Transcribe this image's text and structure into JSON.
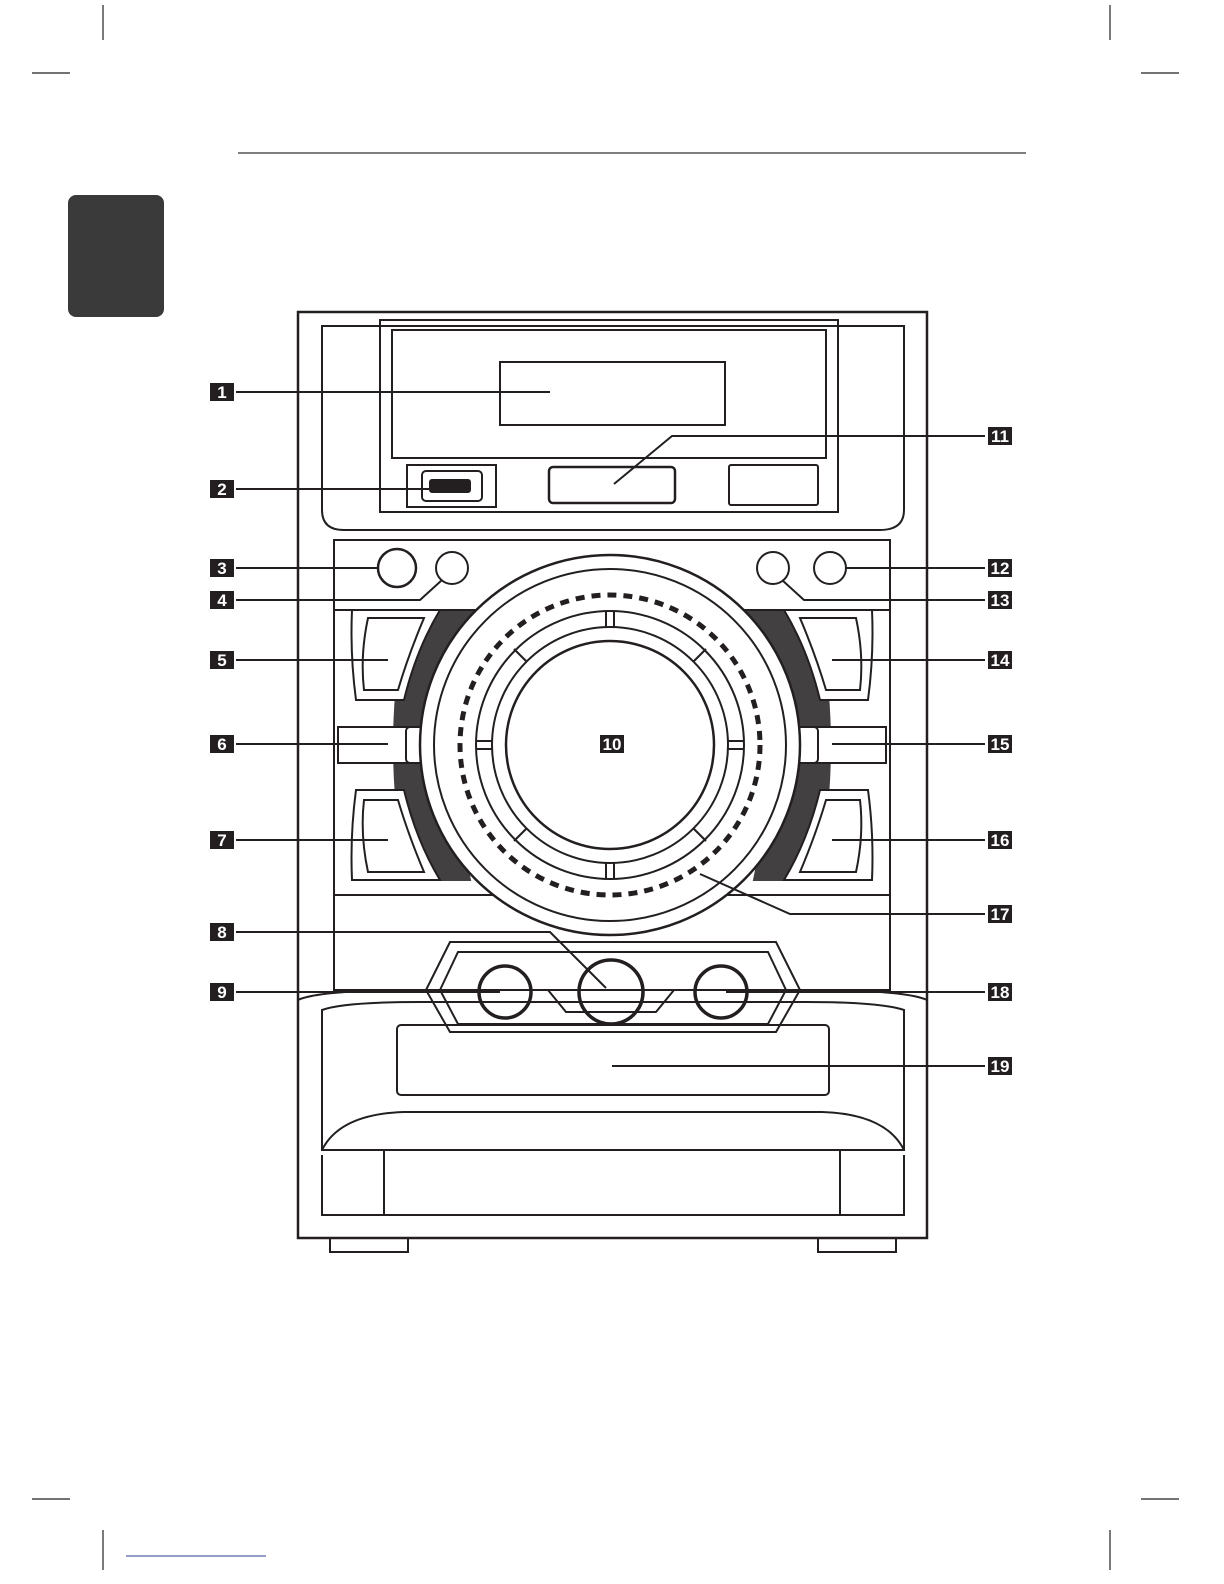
{
  "diagram": {
    "callouts": [
      {
        "id": "1",
        "label": "1"
      },
      {
        "id": "2",
        "label": "2"
      },
      {
        "id": "3",
        "label": "3"
      },
      {
        "id": "4",
        "label": "4"
      },
      {
        "id": "5",
        "label": "5"
      },
      {
        "id": "6",
        "label": "6"
      },
      {
        "id": "7",
        "label": "7"
      },
      {
        "id": "8",
        "label": "8"
      },
      {
        "id": "9",
        "label": "9"
      },
      {
        "id": "10",
        "label": "10"
      },
      {
        "id": "11",
        "label": "11"
      },
      {
        "id": "12",
        "label": "12"
      },
      {
        "id": "13",
        "label": "13"
      },
      {
        "id": "14",
        "label": "14"
      },
      {
        "id": "15",
        "label": "15"
      },
      {
        "id": "16",
        "label": "16"
      },
      {
        "id": "17",
        "label": "17"
      },
      {
        "id": "18",
        "label": "18"
      },
      {
        "id": "19",
        "label": "19"
      }
    ]
  },
  "colors": {
    "ink": "#231f20",
    "chapter_tab": "#3a3a3a",
    "rule": "#555555",
    "footer_line": "#2a3a8f"
  }
}
